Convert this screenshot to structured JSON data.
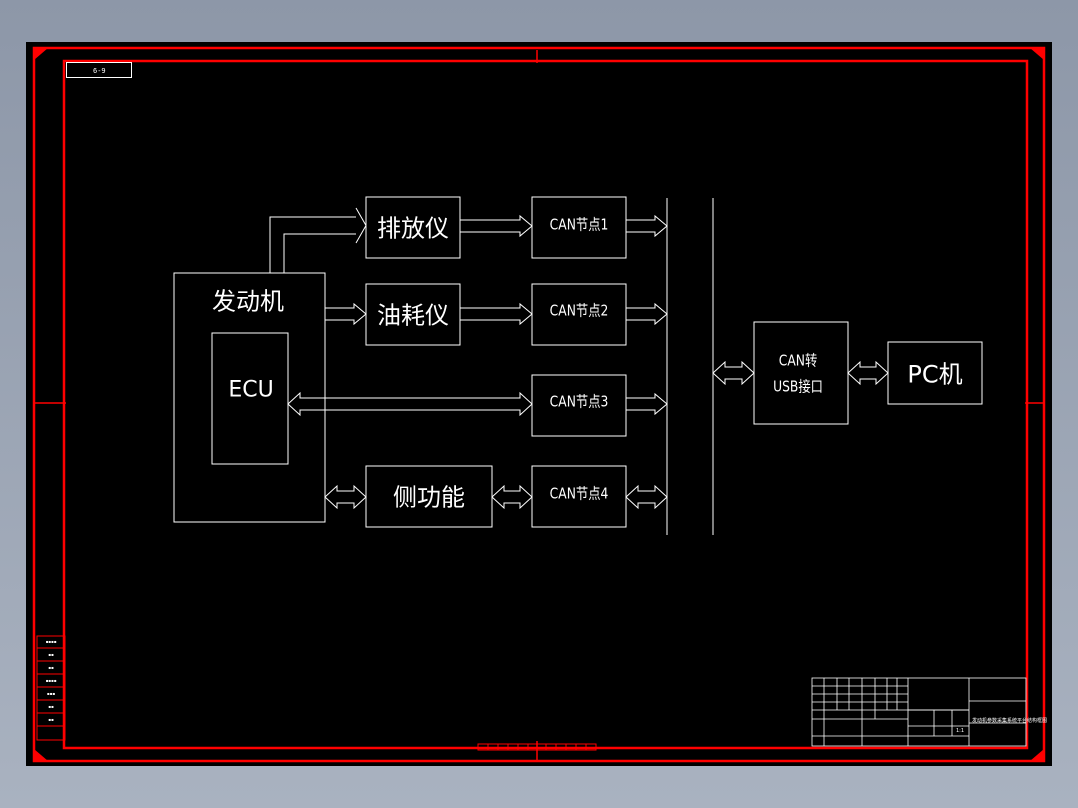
{
  "diagram": {
    "engine": "发动机",
    "ecu": "ECU",
    "emission_analyzer": "排放仪",
    "fuel_meter": "油耗仪",
    "dynamometer": "侧功能",
    "can_node_1": "CAN节点1",
    "can_node_2": "CAN节点2",
    "can_node_3": "CAN节点3",
    "can_node_4": "CAN节点4",
    "converter_line1": "CAN转",
    "converter_line2": "USB接口",
    "pc": "PC机"
  },
  "frame": {
    "corner_tag": "6-9",
    "title": "发动机参数采集系统平台结构框图",
    "scale": "1:1"
  },
  "colors": {
    "border": "#ff0000",
    "line": "#ffffff",
    "background": "#000000"
  }
}
